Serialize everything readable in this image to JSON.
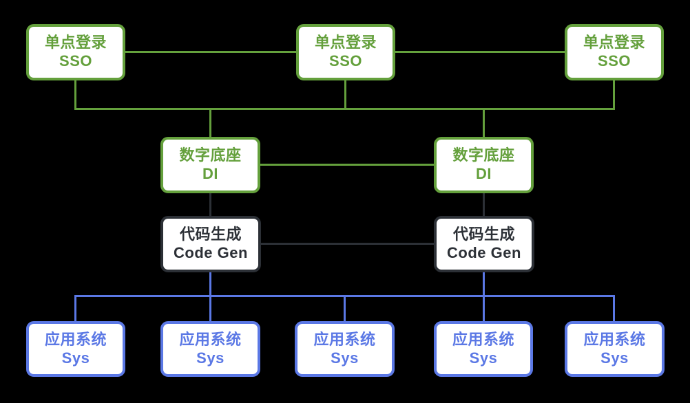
{
  "colors": {
    "background": "#000000",
    "green": "#64a03c",
    "blue": "#5b78e5",
    "dark": "#2c3036",
    "box_fill": "#ffffff"
  },
  "nodes": {
    "sso": [
      {
        "line1": "单点登录",
        "line2": "SSO"
      },
      {
        "line1": "单点登录",
        "line2": "SSO"
      },
      {
        "line1": "单点登录",
        "line2": "SSO"
      }
    ],
    "di": [
      {
        "line1": "数字底座",
        "line2": "DI"
      },
      {
        "line1": "数字底座",
        "line2": "DI"
      }
    ],
    "codegen": [
      {
        "line1": "代码生成",
        "line2": "Code Gen"
      },
      {
        "line1": "代码生成",
        "line2": "Code Gen"
      }
    ],
    "sys": [
      {
        "line1": "应用系统",
        "line2": "Sys"
      },
      {
        "line1": "应用系统",
        "line2": "Sys"
      },
      {
        "line1": "应用系统",
        "line2": "Sys"
      },
      {
        "line1": "应用系统",
        "line2": "Sys"
      },
      {
        "line1": "应用系统",
        "line2": "Sys"
      }
    ]
  }
}
